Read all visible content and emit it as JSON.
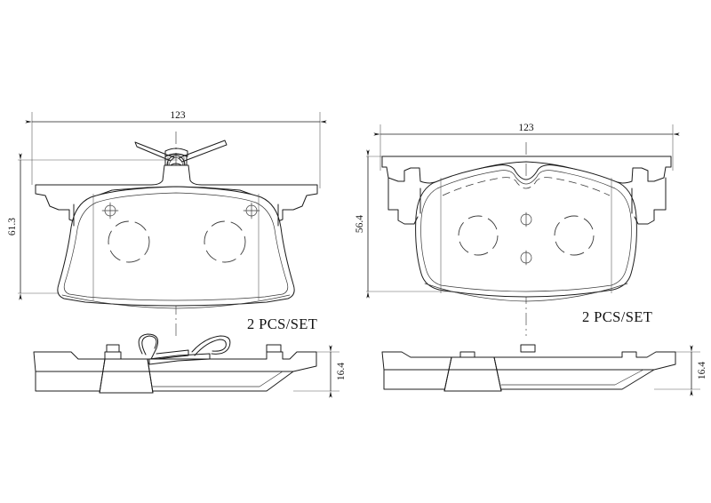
{
  "document": {
    "type": "technical-drawing",
    "subject": "brake-pad-set",
    "background_color": "#ffffff",
    "line_color": "#1c1c1c",
    "views": 4
  },
  "left_pad": {
    "view_label": "rear-brake-pad-with-wear-sensor-front-view",
    "width_dimension": "123",
    "height_dimension": "61.3",
    "set_quantity": "2 PCS/SET",
    "features": [
      "wear-sensor-clip",
      "two-backing-plate-holes",
      "two-crosshair-marks",
      "left-ear-tab",
      "right-ear-tab"
    ]
  },
  "right_pad": {
    "view_label": "front-brake-pad-front-view",
    "width_dimension": "123",
    "height_dimension": "56.4",
    "set_quantity": "2 PCS/SET",
    "features": [
      "two-backing-plate-holes",
      "two-center-crosshair-marks",
      "left-ear-tab",
      "right-ear-tab",
      "top-notch"
    ]
  },
  "left_section": {
    "view_label": "rear-brake-pad-side-section-view",
    "thickness_dimension": "16.4",
    "features": [
      "hatched-friction-section",
      "wire-retaining-clip",
      "backing-plate-profile"
    ]
  },
  "right_section": {
    "view_label": "front-brake-pad-side-section-view",
    "thickness_dimension": "16.4",
    "features": [
      "hatched-friction-section",
      "backing-plate-profile",
      "center-tab"
    ]
  }
}
